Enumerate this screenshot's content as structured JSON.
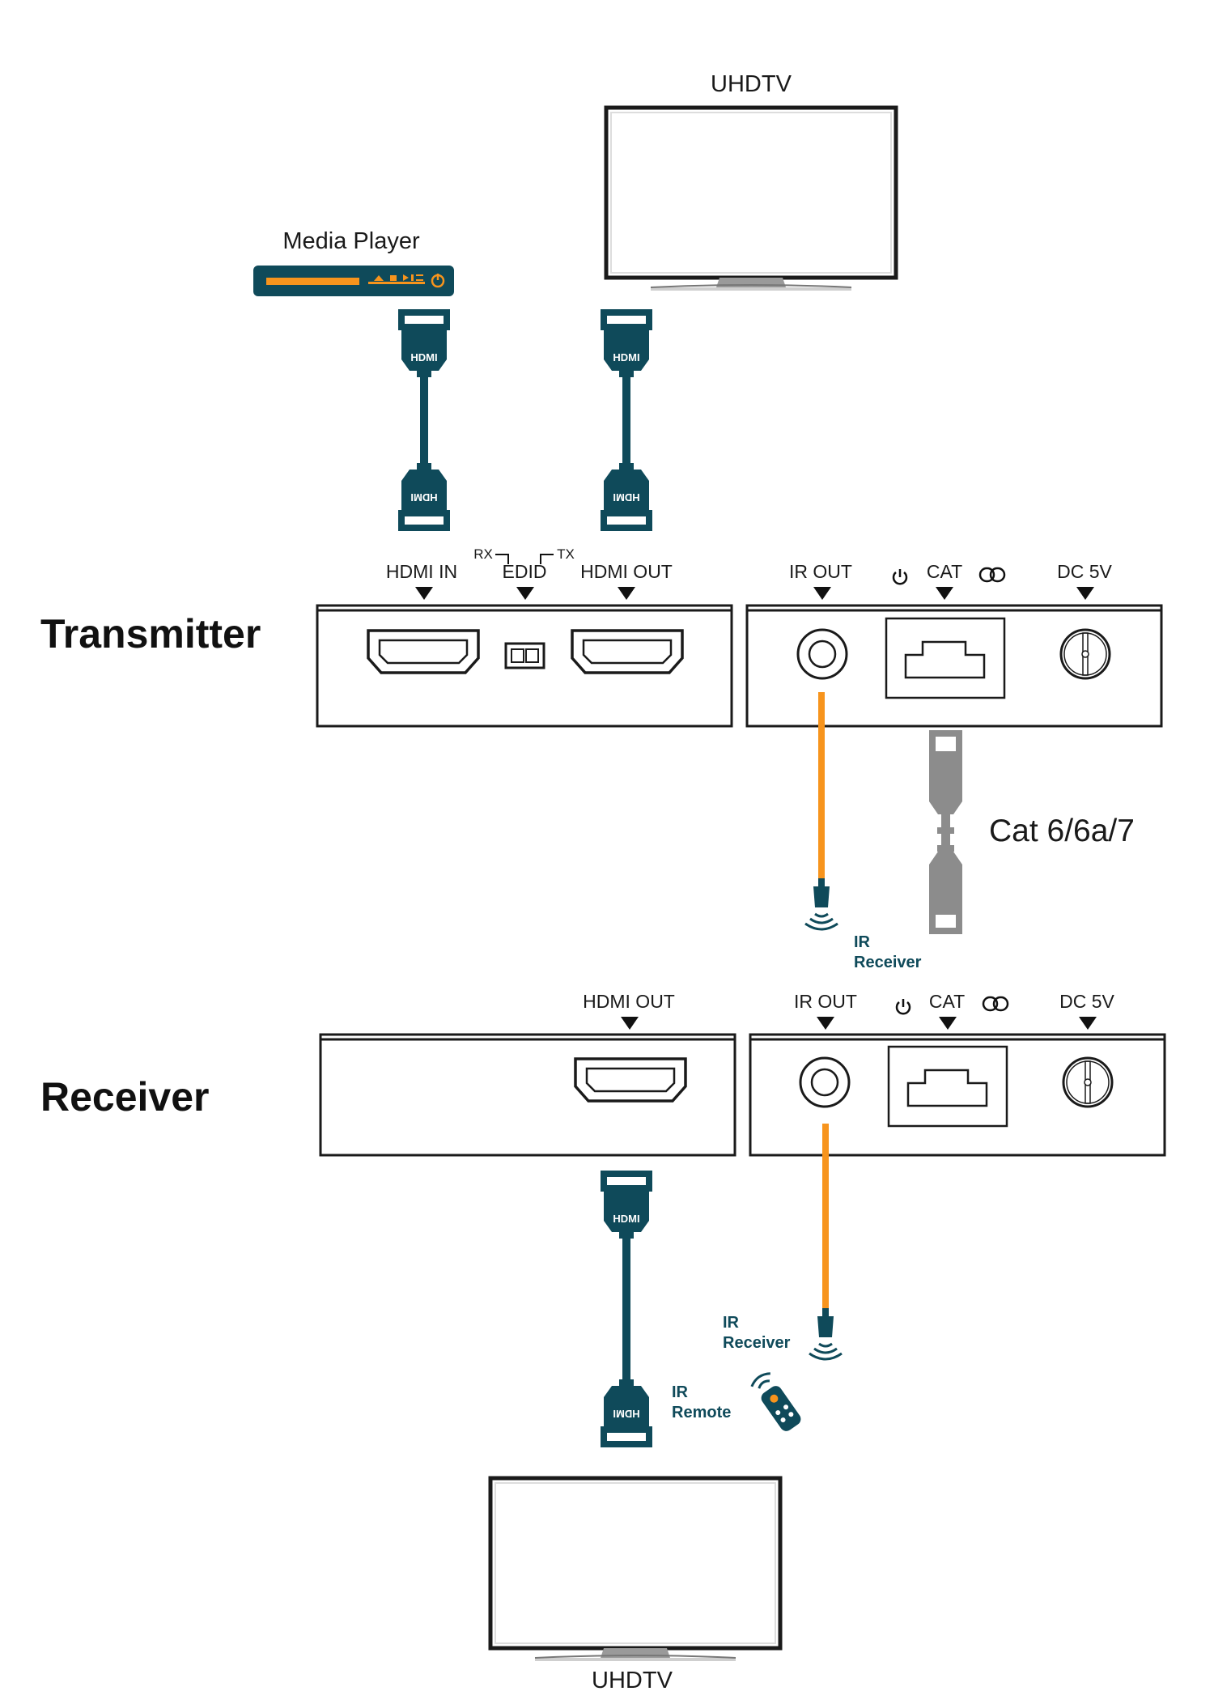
{
  "devices": {
    "top_tv_label": "UHDTV",
    "bottom_tv_label": "UHDTV",
    "media_player_label": "Media Player"
  },
  "transmitter": {
    "title": "Transmitter",
    "ports": {
      "hdmi_in": "HDMI IN",
      "edid": "EDID",
      "edid_rx": "RX",
      "edid_tx": "TX",
      "hdmi_out": "HDMI OUT",
      "ir_out": "IR OUT",
      "cat": "CAT",
      "dc": "DC 5V"
    }
  },
  "receiver": {
    "title": "Receiver",
    "ports": {
      "hdmi_out": "HDMI OUT",
      "ir_out": "IR OUT",
      "cat": "CAT",
      "dc": "DC 5V"
    }
  },
  "cables": {
    "hdmi_label": "HDMI",
    "cat_label": "Cat 6/6a/7"
  },
  "ir": {
    "tx_receiver_line1": "IR",
    "tx_receiver_line2": "Receiver",
    "rx_receiver_line1": "IR",
    "rx_receiver_line2": "Receiver",
    "remote_line1": "IR",
    "remote_line2": "Remote"
  },
  "colors": {
    "teal": "#0f4a5a",
    "orange": "#f7941d",
    "gray": "#8c8c8c",
    "outline": "#1a1a1a"
  }
}
